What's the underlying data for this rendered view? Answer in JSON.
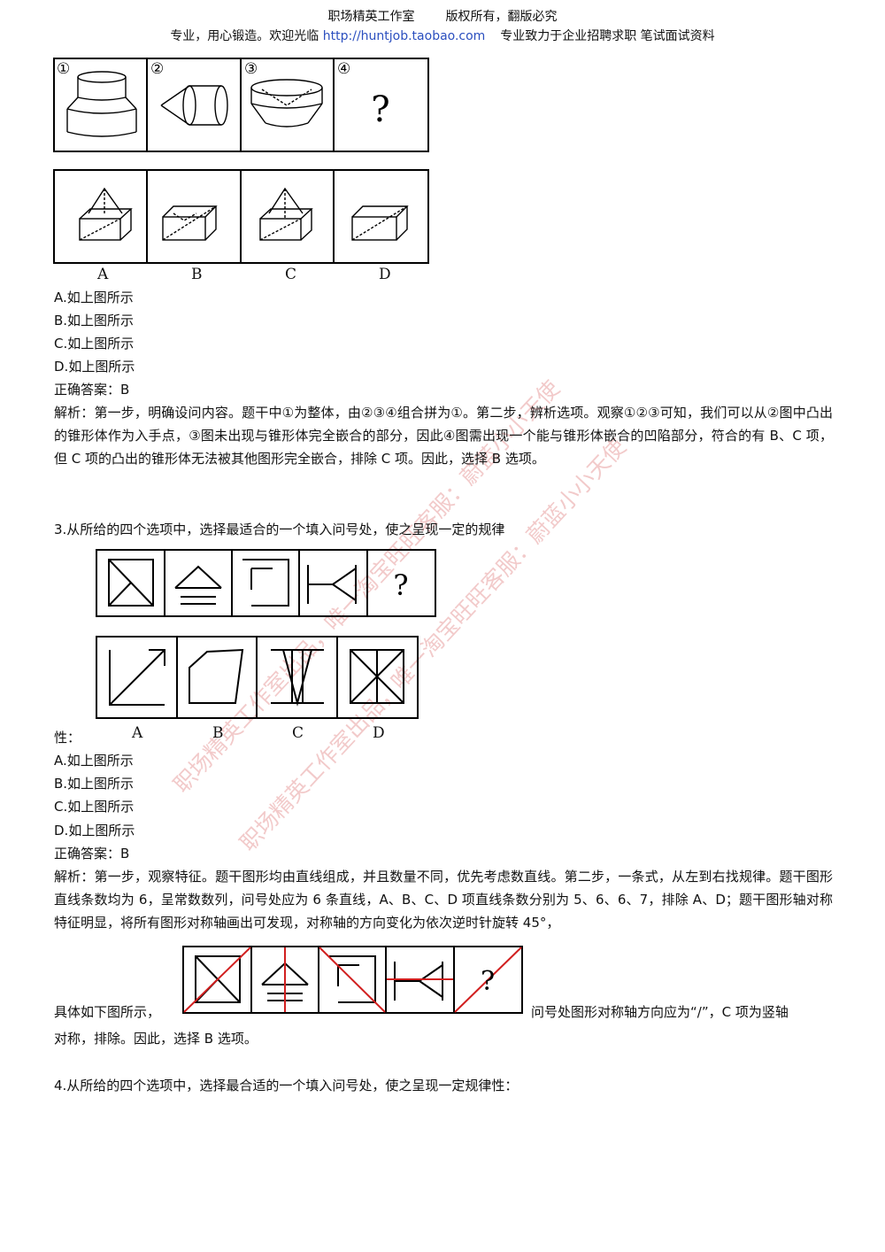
{
  "header": {
    "studio": "职场精英工作室",
    "copyright": "版权所有，翻版必究",
    "slogan": "专业，用心锻造。欢迎光临",
    "url": "http://huntjob.taobao.com",
    "tagline": "专业致力于企业招聘求职  笔试面试资料"
  },
  "q2": {
    "figure_labels": [
      "①",
      "②",
      "③",
      "④"
    ],
    "figure_qmark": "?",
    "option_labels": [
      "A",
      "B",
      "C",
      "D"
    ],
    "choices": [
      "A.如上图所示",
      "B.如上图所示",
      "C.如上图所示",
      "D.如上图所示"
    ],
    "answer": "正确答案：B",
    "explanation": "解析：第一步，明确设问内容。题干中①为整体，由②③④组合拼为①。第二步，辨析选项。观察①②③可知，我们可以从②图中凸出的锥形体作为入手点，③图未出现与锥形体完全嵌合的部分，因此④图需出现一个能与锥形体嵌合的凹陷部分，符合的有 B、C 项，但 C 项的凸出的锥形体无法被其他图形完全嵌合，排除 C 项。因此，选择 B 选项。"
  },
  "q3": {
    "question": "3.从所给的四个选项中，选择最适合的一个填入问号处，使之呈现一定的规律",
    "question_tail": "性：",
    "figure_qmark": "?",
    "option_labels": [
      "A",
      "B",
      "C",
      "D"
    ],
    "choices": [
      "A.如上图所示",
      "B.如上图所示",
      "C.如上图所示",
      "D.如上图所示"
    ],
    "answer": "正确答案：B",
    "explanation": "解析：第一步，观察特征。题干图形均由直线组成，并且数量不同，优先考虑数直线。第二步，一条式，从左到右找规律。题干图形直线条数均为 6，呈常数数列，问号处应为 6 条直线，A、B、C、D 项直线条数分别为 5、6、6、7，排除 A、D；题干图形轴对称特征明显，将所有图形对称轴画出可发现，对称轴的方向变化为依次逆时针旋转 45°，",
    "inline_before": "具体如下图所示，",
    "inline_after": "问号处图形对称轴方向应为“/”，C 项为竖轴",
    "closing": "对称，排除。因此，选择 B 选项。"
  },
  "q4": {
    "question": "4.从所给的四个选项中，选择最合适的一个填入问号处，使之呈现一定规律性："
  },
  "watermark": {
    "text1": "职场精英工作室出品，唯一淘宝旺旺客服：蔚蓝小小天使",
    "text2": "职场精英工作室出品，唯一淘宝旺旺客服：蔚蓝小小天使"
  },
  "colors": {
    "link": "#2b4fbf",
    "watermark": "#d65a5a",
    "axis": "#d11f1f"
  }
}
